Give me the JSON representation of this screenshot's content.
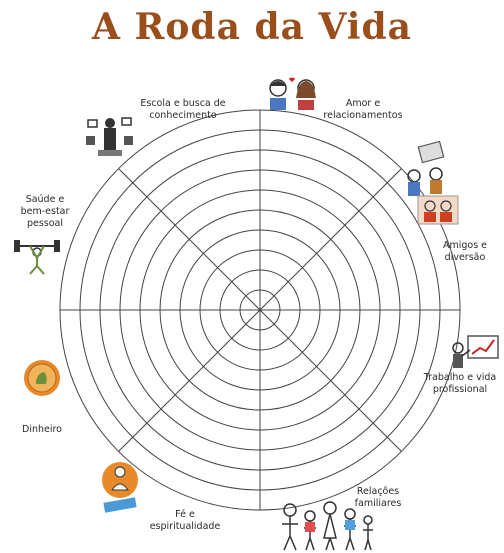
{
  "title": "A Roda da Vida",
  "colors": {
    "title": "#9a4e1c",
    "lines": "#444444",
    "icon_orange": "#e88a2a",
    "icon_gray": "#6b6b6b"
  },
  "wheel": {
    "rings": 10,
    "sectors": 8
  },
  "areas": [
    {
      "id": "escola",
      "line1": "Escola e busca de",
      "line2": "conhecimento",
      "icon": "study-icon"
    },
    {
      "id": "amor",
      "line1": "Amor e",
      "line2": "relacionamentos",
      "icon": "couple-icon"
    },
    {
      "id": "amigos",
      "line1": "Amigos e",
      "line2": "diversão",
      "icon": "friends-icon"
    },
    {
      "id": "trabalho",
      "line1": "Trabalho e vida",
      "line2": "profissional",
      "icon": "presentation-icon"
    },
    {
      "id": "familia",
      "line1": "Relações",
      "line2": "familiares",
      "icon": "family-icon"
    },
    {
      "id": "fe",
      "line1": "Fé e",
      "line2": "espiritualidade",
      "icon": "meditation-icon"
    },
    {
      "id": "dinheiro",
      "line1": "Dinheiro",
      "line2": "",
      "icon": "money-icon"
    },
    {
      "id": "saude",
      "line1": "Saúde e",
      "line2": "bem-estar",
      "line3": "pessoal",
      "icon": "exercise-icon"
    }
  ]
}
